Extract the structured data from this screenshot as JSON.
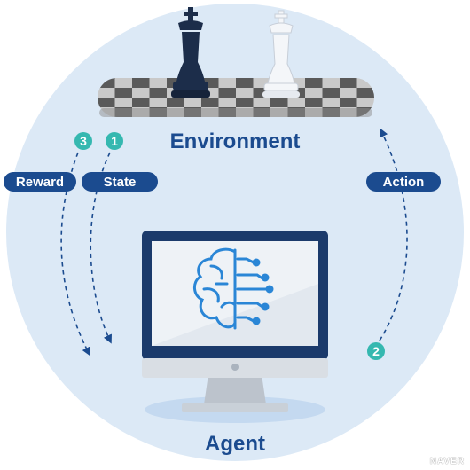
{
  "diagram": {
    "environment_label": "Environment",
    "agent_label": "Agent",
    "edges": [
      {
        "label": "State",
        "step": "1",
        "from": "Environment",
        "to": "Agent"
      },
      {
        "label": "Action",
        "step": "2",
        "from": "Agent",
        "to": "Environment"
      },
      {
        "label": "Reward",
        "step": "3",
        "from": "Environment",
        "to": "Agent"
      }
    ]
  },
  "watermark": "NAVER",
  "colors": {
    "navy": "#1b4b8f",
    "teal": "#35b8b0",
    "circle": "#dce9f6",
    "chess_dark": "#5a5a5a",
    "chess_light": "#c9c9c9",
    "screen_icon": "#2a86d6"
  },
  "icons": {
    "environment": "chessboard-with-kings",
    "agent": "desktop-monitor-with-brain-circuit"
  }
}
